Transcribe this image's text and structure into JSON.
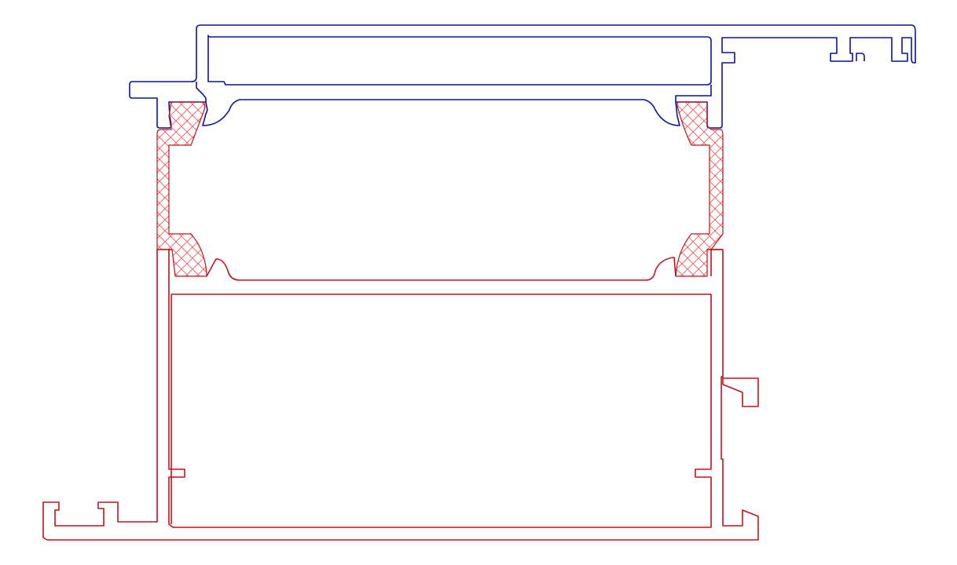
{
  "colors": {
    "background": "#ffffff",
    "upper_profile": "#0a1696",
    "lower_profile": "#c0141c",
    "thermal_break": "#f05a5a"
  },
  "parts": {
    "upper_profile": "aluminum-profile",
    "lower_profile": "aluminum-profile",
    "thermal_breaks": [
      "insulating-strip",
      "insulating-strip"
    ]
  }
}
